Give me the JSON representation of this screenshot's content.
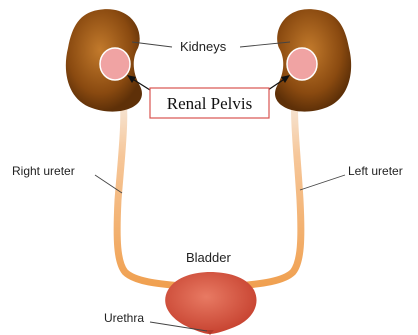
{
  "labels": {
    "kidneys": "Kidneys",
    "renal_pelvis": "Renal Pelvis",
    "right_ureter": "Right ureter",
    "left_ureter": "Left ureter",
    "bladder": "Bladder",
    "urethra": "Urethra"
  },
  "colors": {
    "kidney": "#8a4a10",
    "pelvis": "#f0a3a3",
    "ureter": "#f2a65a",
    "bladder": "#d9543f",
    "callout_border": "#d9534f"
  }
}
